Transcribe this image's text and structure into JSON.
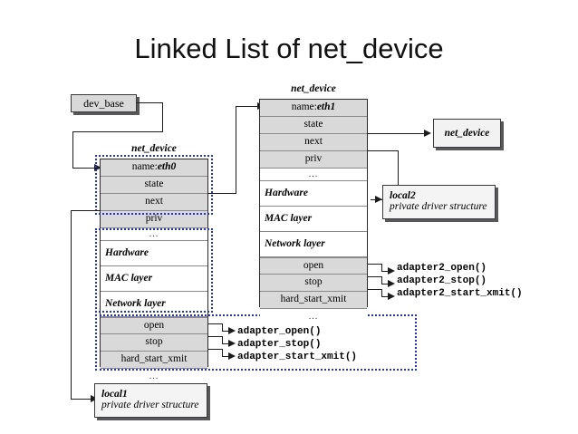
{
  "slide": {
    "title_prefix": "Linked List of ",
    "title_struct": "net_device"
  },
  "boxes": {
    "dev_base": {
      "label": "dev_base"
    },
    "net_device_tail": {
      "label": "net_device"
    },
    "local1": {
      "name": "local1",
      "subtitle": "private driver structure"
    },
    "local2": {
      "name": "local2",
      "subtitle": "private driver structure"
    }
  },
  "structs": [
    {
      "id": "eth0",
      "caption": "net_device",
      "rows": [
        {
          "text": "name: ",
          "value": "eth0",
          "style": "gray-name"
        },
        {
          "text": "state",
          "style": "gray"
        },
        {
          "text": "next",
          "style": "gray"
        },
        {
          "text": "priv",
          "style": "gray"
        },
        {
          "text": "...",
          "style": "dots"
        },
        {
          "text": "Hardware",
          "style": "white"
        },
        {
          "text": "MAC layer",
          "style": "white"
        },
        {
          "text": "Network layer",
          "style": "white"
        },
        {
          "text": "open",
          "style": "gray"
        },
        {
          "text": "stop",
          "style": "gray"
        },
        {
          "text": "hard_start_xmit",
          "style": "gray"
        },
        {
          "text": "...",
          "style": "dots"
        }
      ]
    },
    {
      "id": "eth1",
      "caption": "net_device",
      "rows": [
        {
          "text": "name: ",
          "value": "eth1",
          "style": "gray-name"
        },
        {
          "text": "state",
          "style": "gray"
        },
        {
          "text": "next",
          "style": "gray"
        },
        {
          "text": "priv",
          "style": "gray"
        },
        {
          "text": "...",
          "style": "dots"
        },
        {
          "text": "Hardware",
          "style": "white"
        },
        {
          "text": "MAC layer",
          "style": "white"
        },
        {
          "text": "Network layer",
          "style": "white"
        },
        {
          "text": "open",
          "style": "gray"
        },
        {
          "text": "stop",
          "style": "gray"
        },
        {
          "text": "hard_start_xmit",
          "style": "gray"
        },
        {
          "text": "...",
          "style": "dots"
        }
      ]
    }
  ],
  "functions": {
    "adapter1": [
      "adapter_open()",
      "adapter_stop()",
      "adapter_start_xmit()"
    ],
    "adapter2": [
      "adapter2_open()",
      "adapter2_stop()",
      "adapter2_start_xmit()"
    ]
  },
  "colors": {
    "row_gray": "#d9d9d9",
    "dotted_blue": "#2331c8",
    "line_black": "#1c1c1c",
    "shadow": "#58585a"
  }
}
